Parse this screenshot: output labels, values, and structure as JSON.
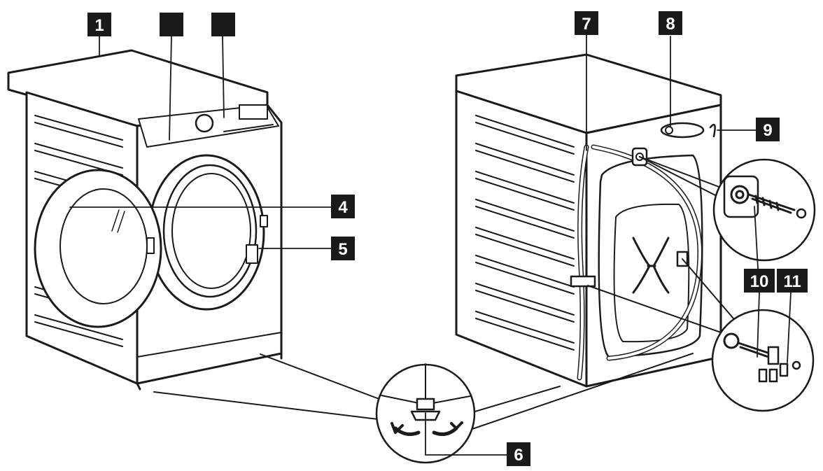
{
  "labels": {
    "l1": "1",
    "l2": "",
    "l3": "",
    "l4": "4",
    "l5": "5",
    "l6": "6",
    "l7": "7",
    "l8": "8",
    "l9": "9",
    "l10": "10",
    "l11": "11"
  },
  "colors": {
    "ink": "#1a1a1a",
    "paper": "#ffffff"
  }
}
